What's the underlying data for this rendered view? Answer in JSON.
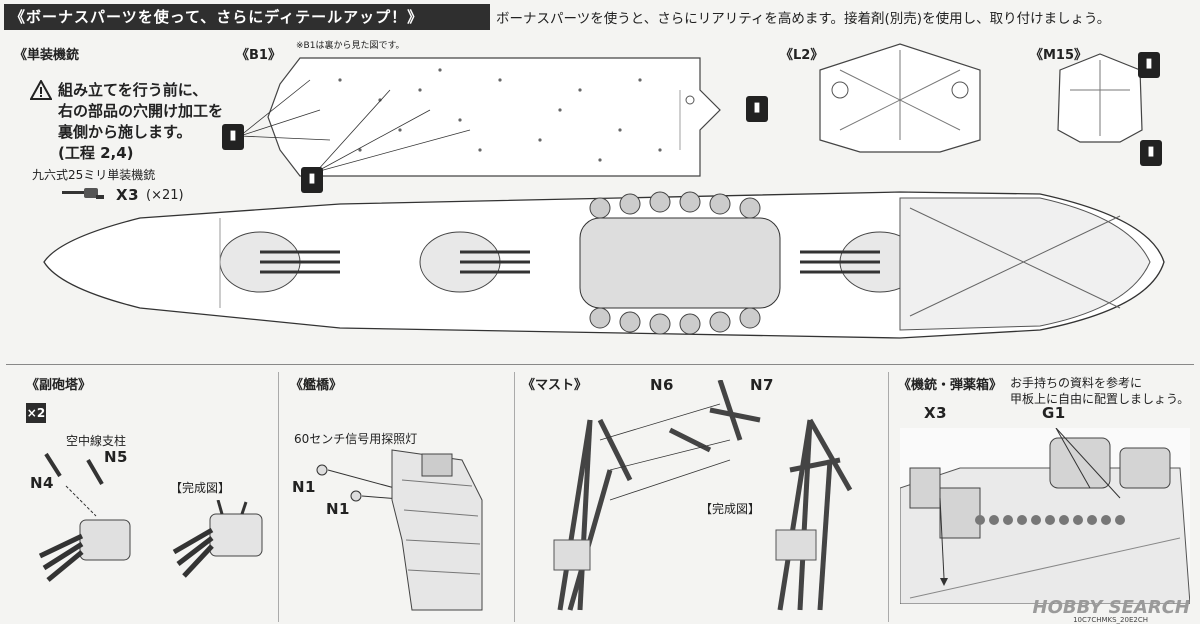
{
  "header": {
    "title": "《ボーナスパーツを使って、さらにディテールアップ！》",
    "description": "ボーナスパーツを使うと、さらにリアリティを高めます。接着剤(別売)を使用し、取り付けましょう。"
  },
  "section_top": {
    "single_mg_label": "《単装機銃",
    "warning_lines": [
      "組み立てを行う前に、",
      "右の部品の穴開け加工を",
      "裏側から施します。",
      "(工程 2,4)"
    ],
    "gun_name": "九六式25ミリ単装機銃",
    "gun_part": "X3",
    "gun_qty": "(×21)",
    "b1_label": "《B1》",
    "b1_note": "※B1は裏から見た図です。",
    "l2_label": "《L2》",
    "m15_label": "《M15》"
  },
  "section_secondary": {
    "label": "《副砲塔》",
    "multiplier": "×2",
    "antenna_label": "空中線支柱",
    "n4": "N4",
    "n5": "N5",
    "complete_label": "【完成図】"
  },
  "section_bridge": {
    "label": "《艦橋》",
    "searchlight_label": "60センチ信号用探照灯",
    "n1_a": "N1",
    "n1_b": "N1"
  },
  "section_mast": {
    "label": "《マスト》",
    "n6": "N6",
    "n7": "N7",
    "complete_label": "【完成図】"
  },
  "section_mg": {
    "label": "《機銃・弾薬箱》",
    "note_lines": [
      "お手持ちの資料を参考に",
      "甲板上に自由に配置しましょう。"
    ],
    "x3": "X3",
    "g1": "G1"
  },
  "footer": {
    "watermark": "HOBBY SEARCH",
    "code": "10C7CHMKS_20E2CH"
  },
  "icons": [
    "warning-icon",
    "drill-icon",
    "gun-icon"
  ]
}
